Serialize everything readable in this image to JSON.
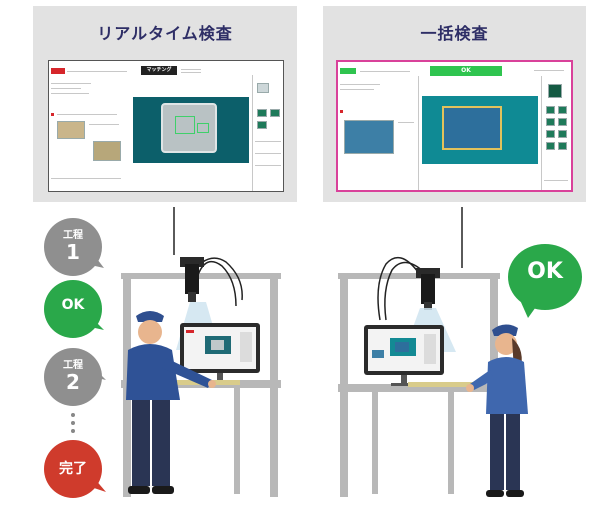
{
  "panels": {
    "left_title": "リアルタイム検査",
    "right_title": "一括検査"
  },
  "left_screen": {
    "header_button": "マッチング"
  },
  "right_screen": {
    "result_bar": "OK"
  },
  "steps": [
    {
      "small": "工程",
      "big": "1",
      "color": "#8f8f8f"
    },
    {
      "big": "OK",
      "color": "#2aa84a"
    },
    {
      "small": "工程",
      "big": "2",
      "color": "#8f8f8f"
    },
    {
      "big": "完了",
      "color": "#cf3b2c"
    }
  ],
  "right_result": "OK",
  "colors": {
    "title": "#2e2e66",
    "ok_green": "#2aa84a",
    "done_red": "#cf3b2c",
    "step_gray": "#8f8f8f",
    "accent_pink": "#d9419a",
    "worker_blue": "#2f4f8f"
  }
}
